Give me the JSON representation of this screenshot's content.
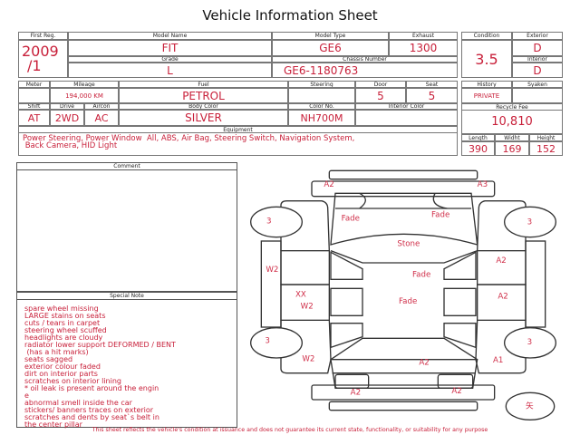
{
  "title": "Vehicle Information Sheet",
  "vehicle": {
    "first_reg_label": "First Reg.",
    "first_reg_year": "2009",
    "first_reg_month": "/1",
    "model_name_label": "Model Name",
    "model_name": "FIT",
    "model_type_label": "Model Type",
    "model_type": "GE6",
    "exhaust_label": "Exhaust",
    "exhaust": "1300",
    "grade_label": "Grade",
    "grade": "L",
    "chassis_label": "Chassis Number",
    "chassis": "GE6-1180763",
    "meter_label": "Meter",
    "meter": "",
    "mileage_label": "Mileage",
    "mileage": "194,000 KM",
    "fuel_label": "Fuel",
    "fuel": "PETROL",
    "steering_label": "Steering",
    "steering": "",
    "door_label": "Door",
    "door": "5",
    "seat_label": "Seat",
    "seat": "5",
    "shift_label": "Shift",
    "shift": "AT",
    "drive_label": "Drive",
    "drive": "2WD",
    "aircon_label": "Aircon",
    "aircon": "AC",
    "body_color_label": "Body Color",
    "body_color": "SILVER",
    "color_no_label": "Color No.",
    "color_no": "NH700M",
    "interior_color_label": "Interior Color",
    "interior_color": "",
    "equipment_label": "Equipment",
    "equipment": "Power Steering, Power Window  All, ABS, Air Bag, Steering Switch, Navigation System,\n Back Camera, HID Light"
  },
  "condition": {
    "condition_label": "Condition",
    "condition": "3.5",
    "exterior_label": "Exterior",
    "exterior": "D",
    "interior_label": "Interior",
    "interior": "D",
    "history_label": "History",
    "history": "PRIVATE",
    "syaken_label": "Syaken",
    "syaken": "",
    "recycle_label": "Recycle Fee",
    "recycle": "10,810",
    "length_label": "Length",
    "length": "390",
    "width_label": "Widht",
    "width": "169",
    "height_label": "Height",
    "height": "152"
  },
  "comment": {
    "label": "Comment"
  },
  "special_note": {
    "label": "Special Note",
    "text": "spare wheel missing\nLARGE stains on seats\ncuts / tears in carpet\nsteering wheel scuffed\nheadlights are cloudy\nradiator lower support DEFORMED / BENT\n (has a hit marks)\nseats sagged\nexterior colour faded\ndirt on interior parts\nscratches on interior lining\n* oil leak is present around the engin\ne\nabnormal smell inside the car\nstickers/ banners traces on exterior\nscratches and dents by seat`s belt in\nthe center pillar"
  },
  "diagram": {
    "marks": [
      "A2",
      "A3",
      "Fade",
      "Fade",
      "3",
      "3",
      "Stone",
      "A2",
      "W2",
      "Fade",
      "XX",
      "A2",
      "W2",
      "Fade",
      "3",
      "3",
      "W2",
      "A2",
      "A1",
      "A2",
      "A2",
      "矢"
    ]
  },
  "footer": "This sheet reflects the vehicle's condition at issuance and does not guarantee its current state, functionality, or suitability for any purpose"
}
